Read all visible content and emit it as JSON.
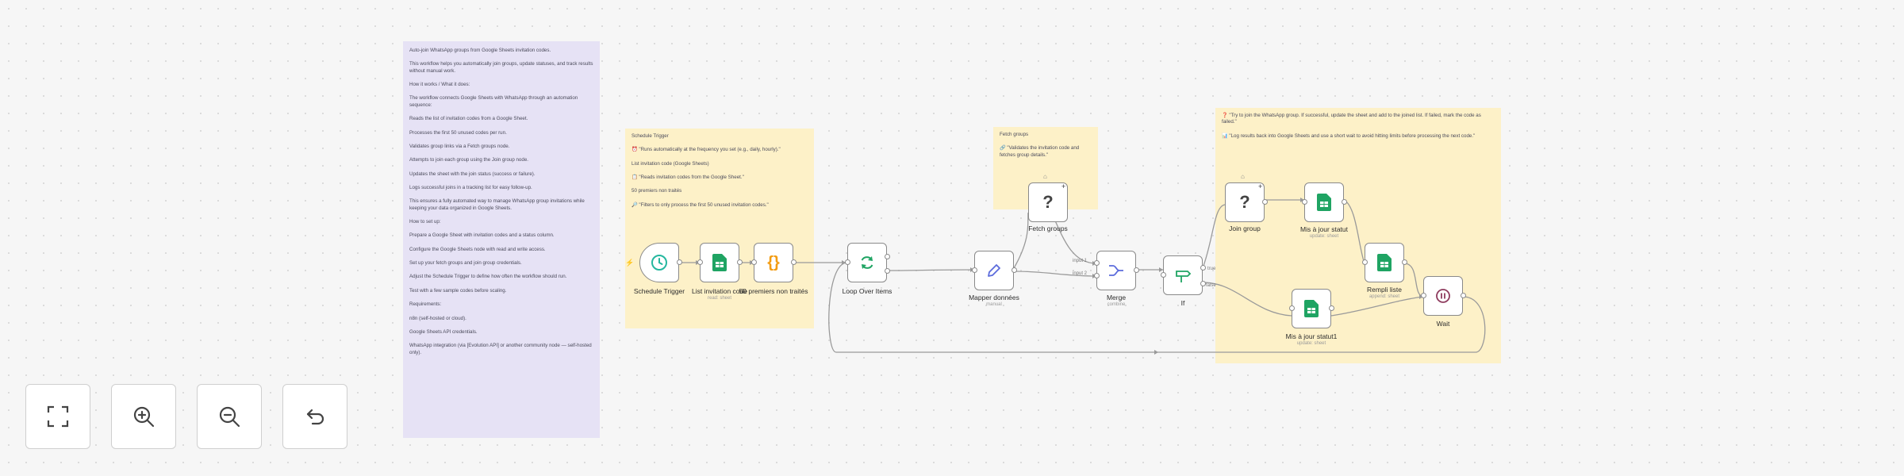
{
  "canvas_notes": {
    "main": [
      "Auto-join WhatsApp groups from Google Sheets invitation codes.",
      "This workflow helps you automatically join groups, update statuses, and track results without manual work.",
      "How it works / What it does:",
      "The workflow connects Google Sheets with WhatsApp through an automation sequence:",
      "Reads the list of invitation codes from a Google Sheet.",
      "Processes the first 50 unused codes per run.",
      "Validates group links via a Fetch groups node.",
      "Attempts to join each group using the Join group node.",
      "Updates the sheet with the join status (success or failure).",
      "Logs successful joins in a tracking list for easy follow-up.",
      "This ensures a fully automated way to manage WhatsApp group invitations while keeping your data organized in Google Sheets.",
      "How to set up:",
      "Prepare a Google Sheet with invitation codes and a status column.",
      "Configure the Google Sheets node with read and write access.",
      "Set up your fetch groups and join group credentials.",
      "Adjust the Schedule Trigger to define how often the workflow should run.",
      "Test with a few sample codes before scaling.",
      "Requirements:",
      "n8n (self-hosted or cloud).",
      "Google Sheets API credentials.",
      "WhatsApp integration (via [Evolution API] or another community node — self-hosted only)."
    ],
    "trigger_group": [
      "Schedule Trigger",
      "⏰ \"Runs automatically at the frequency you set (e.g., daily, hourly).\"",
      "List invitation code (Google Sheets)",
      "📋 \"Reads invitation codes from the Google Sheet.\"",
      "50 premiers non traités",
      "🔎 \"Filters to only process the first 50 unused invitation codes.\""
    ],
    "fetch_group": [
      "Fetch groups",
      "🔗 \"Validates the invitation code and fetches group details.\""
    ],
    "join_group": [
      "❓ \"Try to join the WhatsApp group. If successful, update the sheet and add to the joined list. If failed, mark the code as failed.\"",
      "📊 \"Log results back into Google Sheets and use a short wait to avoid hitting limits before processing the next code.\""
    ]
  },
  "nodes": {
    "schedule_trigger": {
      "label": "Schedule Trigger"
    },
    "list_invitation": {
      "label": "List invitation code",
      "sub": "read: sheet"
    },
    "first_50": {
      "label": "50 premiers non traités"
    },
    "loop": {
      "label": "Loop Over Items"
    },
    "mapper": {
      "label": "Mapper données",
      "sub": "manual"
    },
    "fetch_groups": {
      "label": "Fetch groups"
    },
    "merge": {
      "label": "Merge",
      "sub": "combine"
    },
    "if": {
      "label": "If"
    },
    "join_group": {
      "label": "Join group"
    },
    "update_status": {
      "label": "Mis à jour statut",
      "sub": "update: sheet"
    },
    "rempli_liste": {
      "label": "Rempli liste",
      "sub": "append: sheet"
    },
    "update_status_2": {
      "label": "Mis à jour statut1",
      "sub": "update: sheet"
    },
    "wait": {
      "label": "Wait"
    }
  },
  "edge_labels": {
    "input1": "input 1",
    "input2": "input 2",
    "true": "true",
    "false": "false"
  },
  "controls": [
    "fit-view",
    "zoom-in",
    "zoom-out",
    "reset-view"
  ],
  "colors": {
    "sheets_green": "#1fa463",
    "code_orange": "#f39c12",
    "trigger_teal": "#25b79f",
    "wait_purple": "#8e3b5e",
    "note_purple": "#e6e2f5",
    "note_yellow": "#fdf1c8"
  }
}
